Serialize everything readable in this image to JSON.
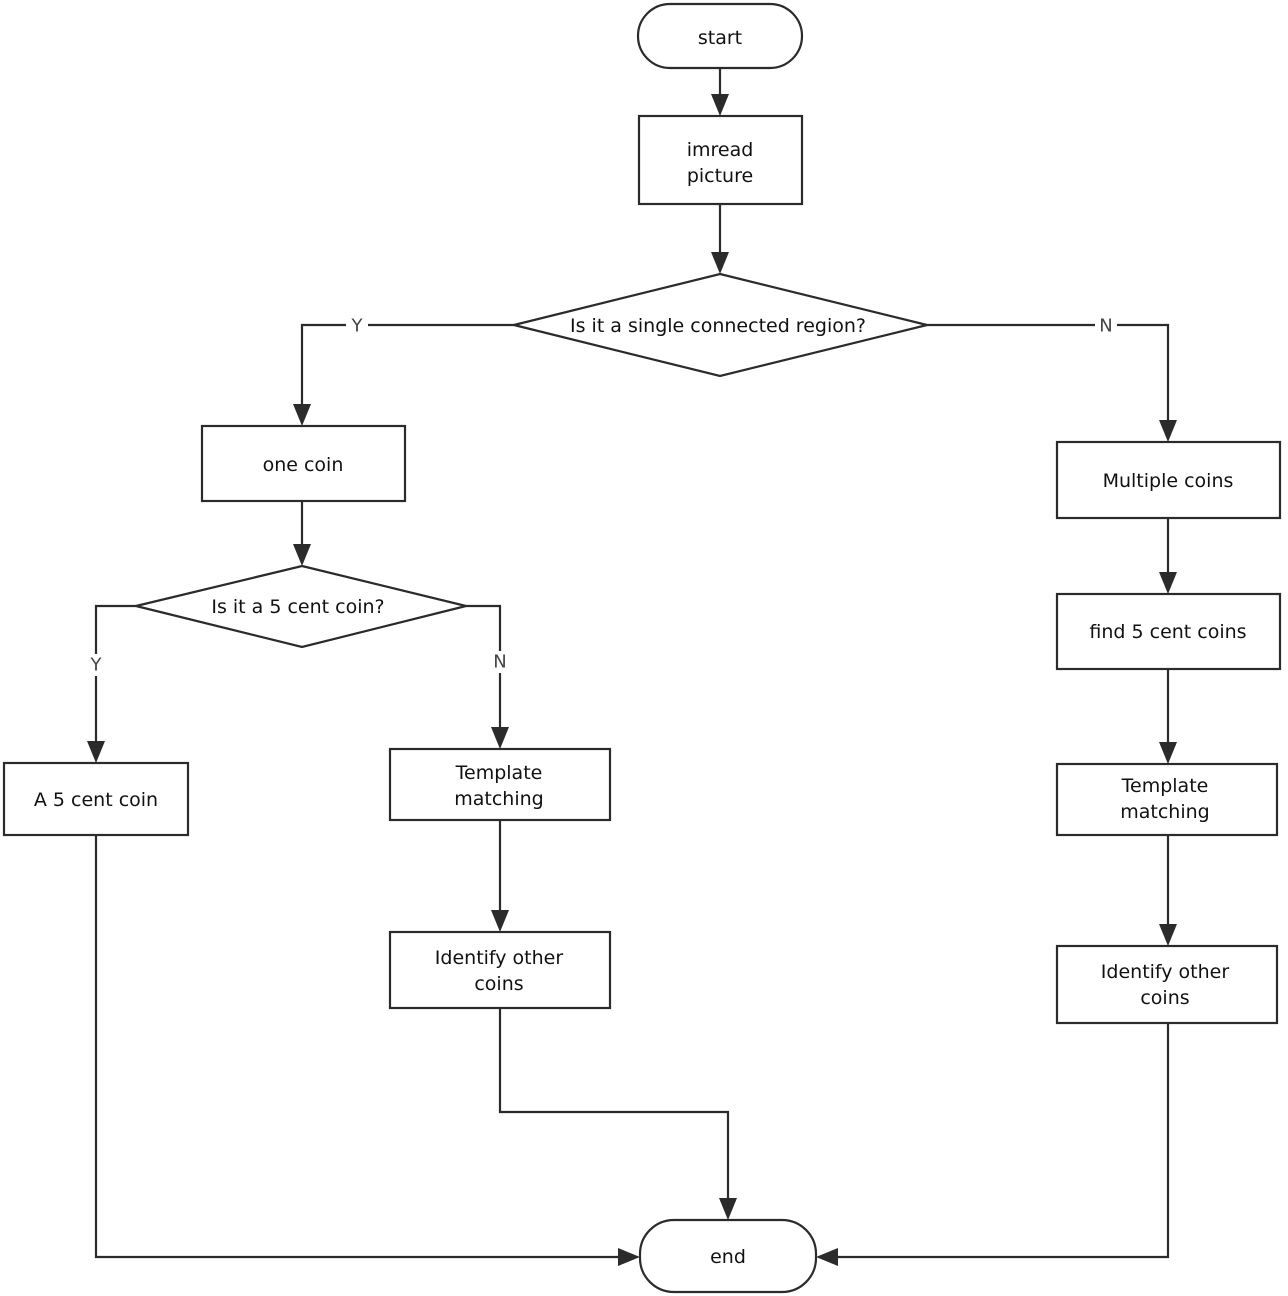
{
  "nodes": {
    "start": "start",
    "imread_l1": "imread",
    "imread_l2": "picture",
    "q_region": "Is it a single connected region?",
    "one_coin": "one coin",
    "multiple_coins": "Multiple coins",
    "q_5cent": "Is it a 5 cent coin?",
    "a_5cent_coin": "A 5 cent coin",
    "template_left_l1": "Template",
    "template_left_l2": "matching",
    "identify_left_l1": "Identify other",
    "identify_left_l2": "coins",
    "find_5cent": "find 5 cent coins",
    "template_right_l1": "Template",
    "template_right_l2": "matching",
    "identify_right_l1": "Identify other",
    "identify_right_l2": "coins",
    "end": "end"
  },
  "edge_labels": {
    "region_yes": "Y",
    "region_no": "N",
    "cent_yes": "Y",
    "cent_no": "N"
  }
}
